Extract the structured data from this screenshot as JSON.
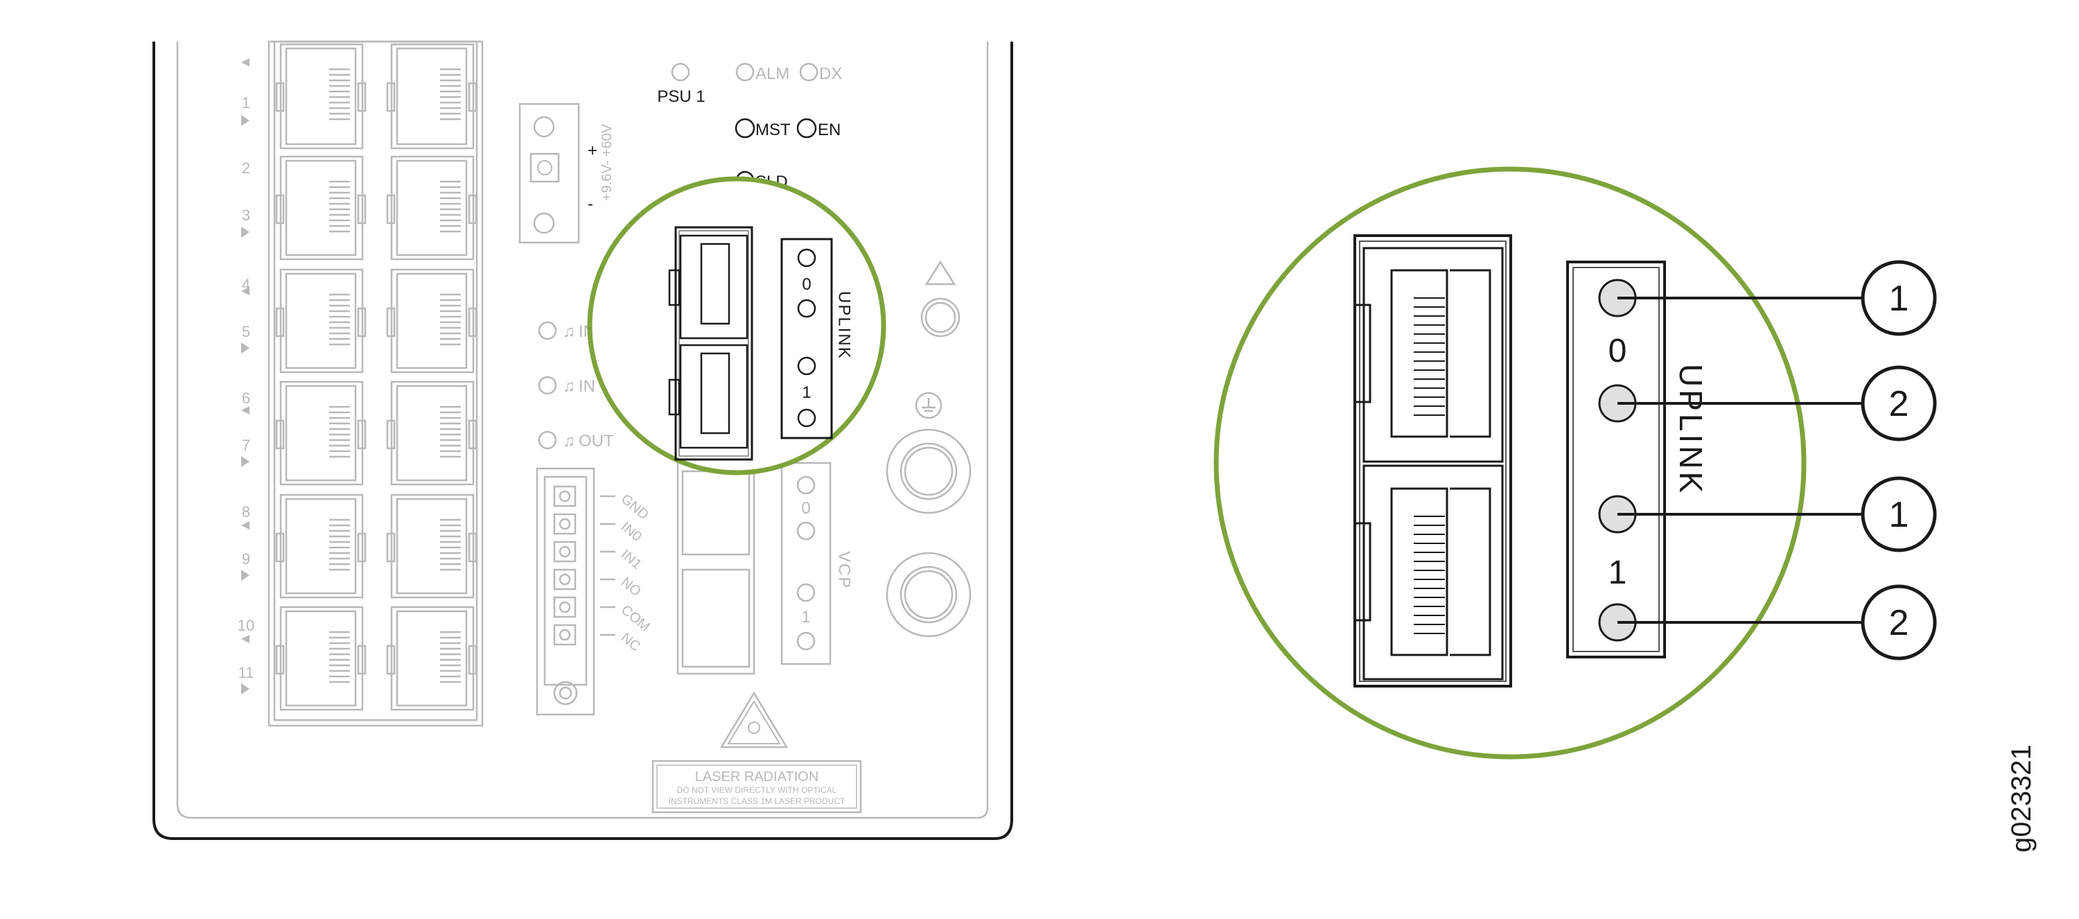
{
  "left_panel": {
    "port_numbers": [
      "1",
      "2",
      "3",
      "4",
      "5",
      "6",
      "7",
      "8",
      "9",
      "10",
      "11"
    ],
    "psu_label": "PSU 1",
    "led_alm": "ALM",
    "led_dx": "DX",
    "led_mst": "MST",
    "led_en": "EN",
    "led_sld": "SLD",
    "power_label": "+9.6V- +60V",
    "power_plus": "+",
    "power_minus": "-",
    "alarm_in0": "IN0",
    "alarm_in1": "IN",
    "alarm_out": "OUT",
    "terminal_labels": [
      "GND",
      "IN0",
      "IN1",
      "NO",
      "COM",
      "NC"
    ],
    "uplink_port_0": "0",
    "uplink_port_1": "1",
    "uplink_label": "UPLINK",
    "vcp_port_0": "0",
    "vcp_port_1": "1",
    "vcp_label": "VCP",
    "laser_title": "LASER RADIATION",
    "laser_line1": "DO NOT VIEW DIRECTLY WITH OPTICAL",
    "laser_line2": "INSTRUMENTS CLASS 1M LASER PRODUCT"
  },
  "zoom": {
    "port_0": "0",
    "port_1": "1",
    "uplink_label": "UPLINK",
    "callouts": [
      "1",
      "2",
      "1",
      "2"
    ]
  },
  "figure_id": "g023321",
  "colors": {
    "highlight_circle": "#7ea33b",
    "line": "#1a1a1a",
    "faded": "#b8b8b8",
    "led_fill": "#e0e0e0"
  }
}
